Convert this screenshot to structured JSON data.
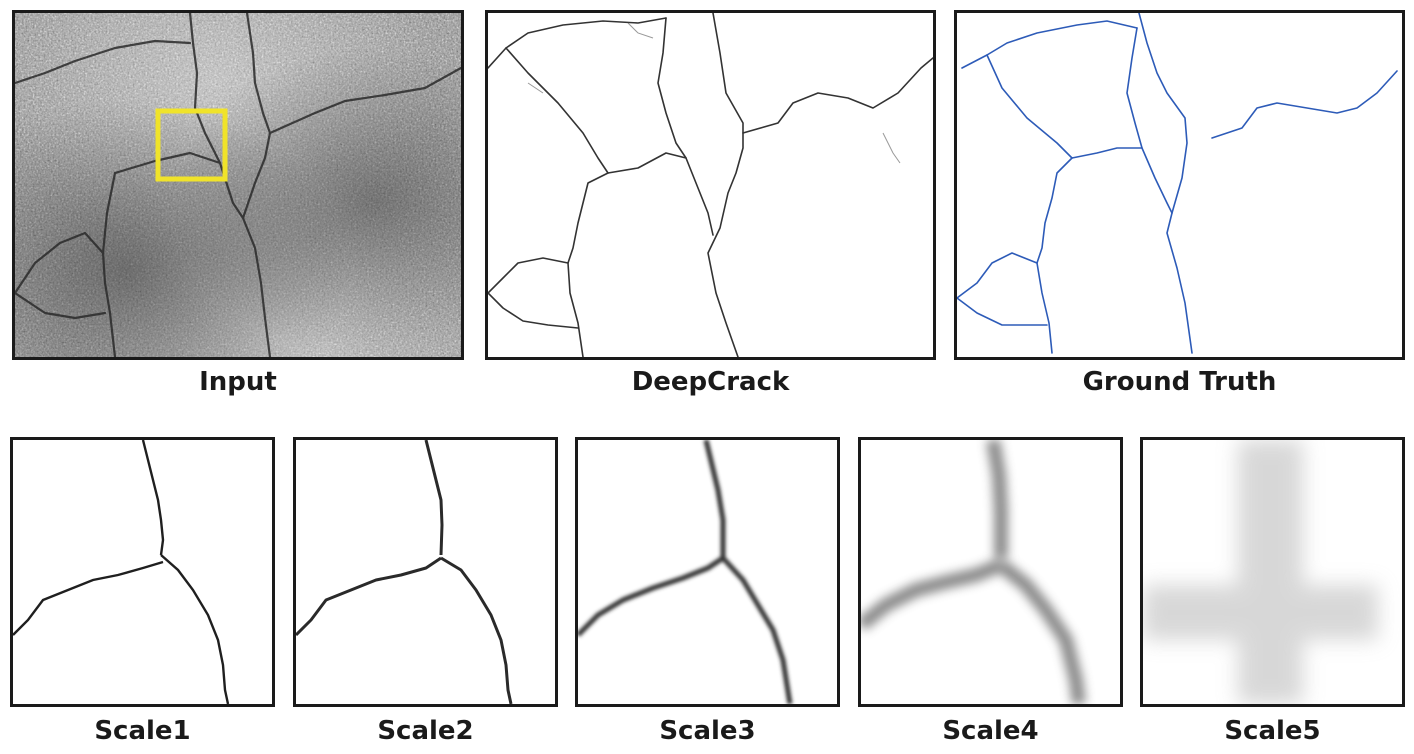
{
  "figure": {
    "top_row": [
      {
        "caption": "Input"
      },
      {
        "caption": "DeepCrack"
      },
      {
        "caption": "Ground Truth"
      }
    ],
    "bottom_row": [
      {
        "caption": "Scale1"
      },
      {
        "caption": "Scale2"
      },
      {
        "caption": "Scale3"
      },
      {
        "caption": "Scale4"
      },
      {
        "caption": "Scale5"
      }
    ]
  },
  "colors": {
    "frame": "#1a1a1a",
    "highlight_box": "#f0e32a",
    "ground_truth_line": "#2d5bb8",
    "prediction_line": "#333333"
  }
}
